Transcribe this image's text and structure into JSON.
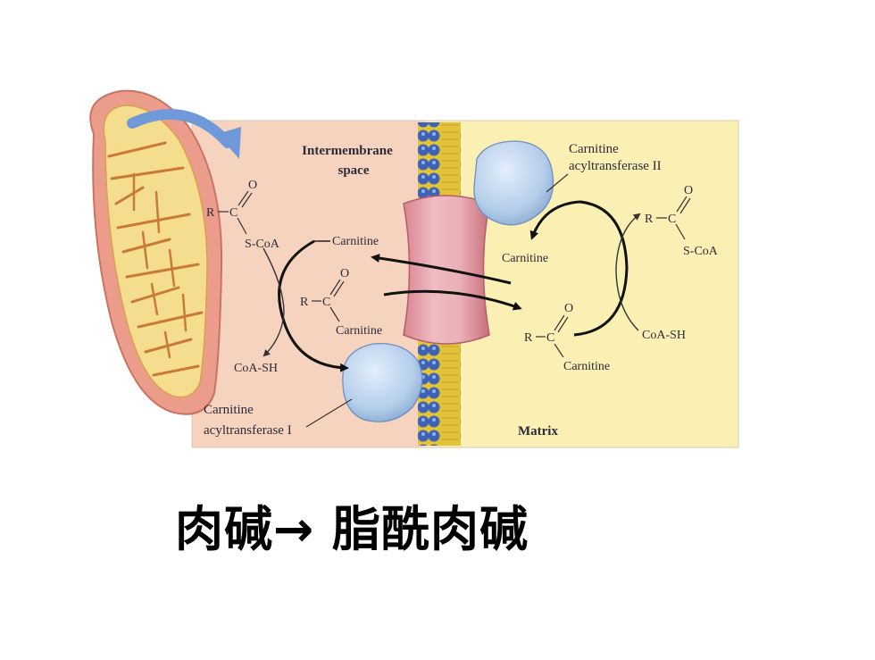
{
  "labels": {
    "intermembrane_line1": "Intermembrane",
    "intermembrane_line2": "space",
    "matrix": "Matrix",
    "cat2_line1": "Carnitine",
    "cat2_line2": "acyltransferase II",
    "cat1_line1": "Carnitine",
    "cat1_line2": "acyltransferase I"
  },
  "left_side": {
    "acyl_coa": {
      "r": "R",
      "c": "C",
      "o": "O",
      "s_coa": "S-CoA"
    },
    "carnitine": "Carnitine",
    "acyl_carnitine": {
      "r": "R",
      "c": "C",
      "o": "O",
      "carnitine": "Carnitine"
    },
    "coa_sh": "CoA-SH"
  },
  "right_side": {
    "carnitine": "Carnitine",
    "acyl_coa": {
      "r": "R",
      "c": "C",
      "o": "O",
      "s_coa": "S-CoA"
    },
    "acyl_carnitine": {
      "r": "R",
      "c": "C",
      "o": "O",
      "carnitine": "Carnitine"
    },
    "coa_sh": "CoA-SH"
  },
  "caption": "肉碱→ 脂酰肉碱",
  "colors": {
    "intermembrane_bg": "#f6d3bf",
    "matrix_bg": "#fbf0b4",
    "membrane_yellow": "#e3c33a",
    "membrane_head": "#3e63b5",
    "enzyme_blue": "#b9d3ef",
    "transporter_pink": "#e7a1a9",
    "mito_outer": "#ec9c8a",
    "mito_inner": "#f5dd90",
    "arrow_blue": "#6f99d8"
  }
}
